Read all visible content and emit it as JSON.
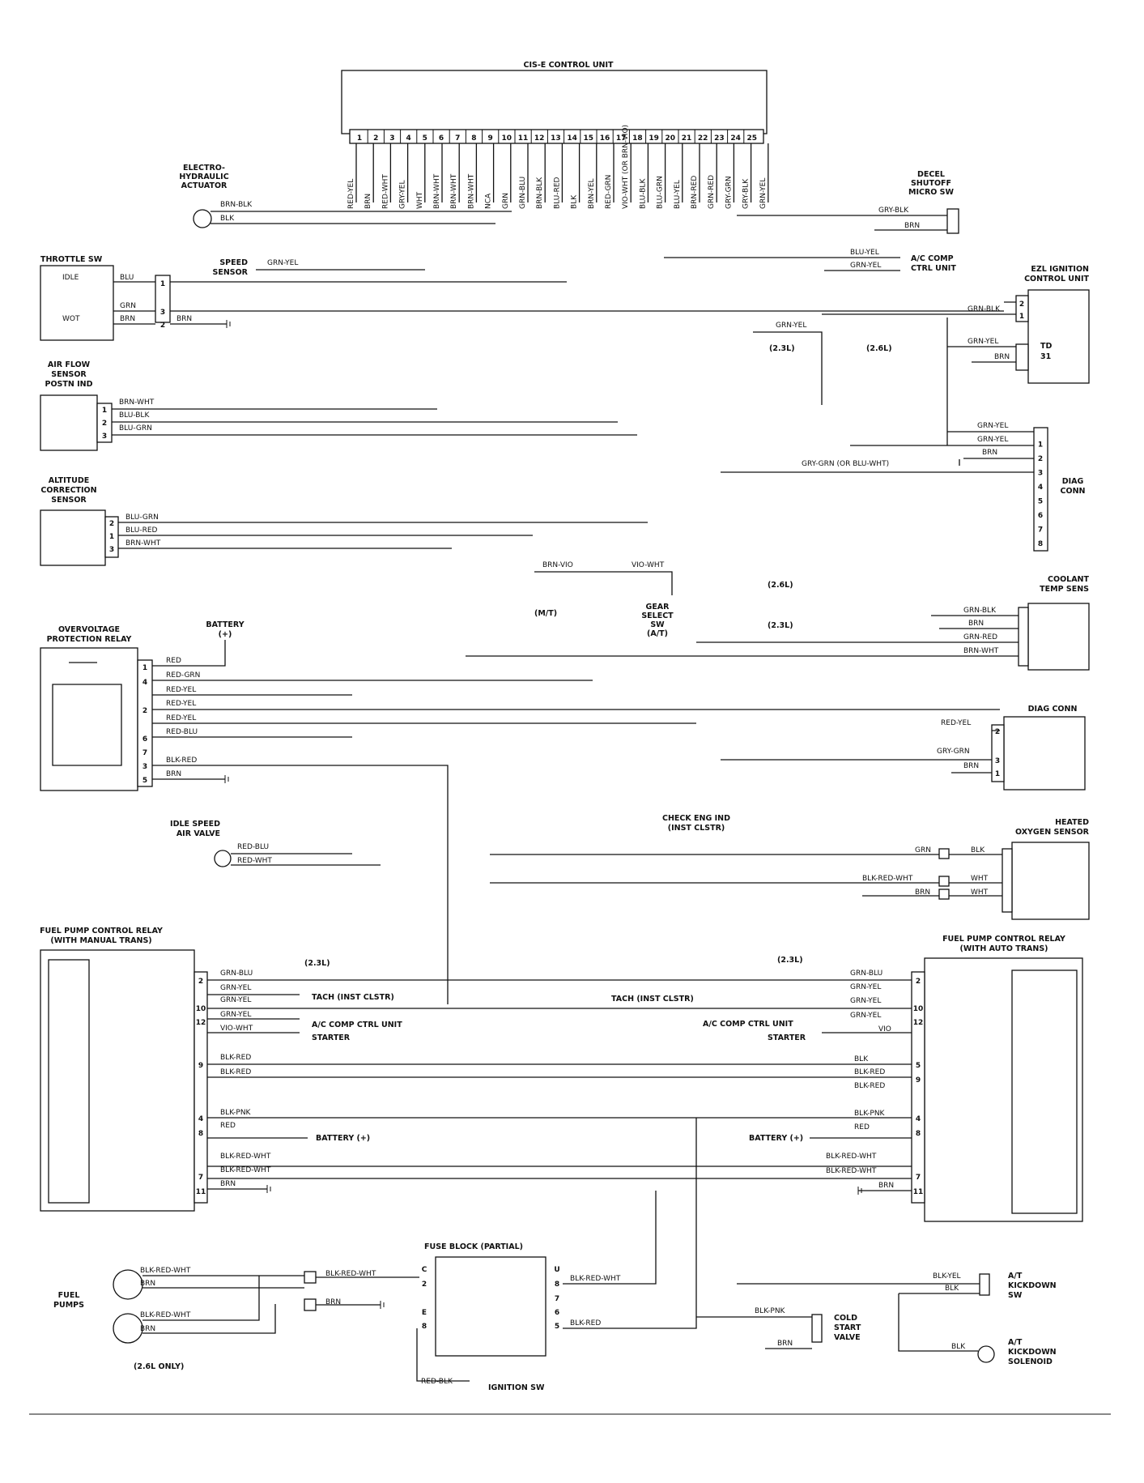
{
  "title": "CIS-E CONTROL UNIT",
  "ecu_pins": [
    "1",
    "2",
    "3",
    "4",
    "5",
    "6",
    "7",
    "8",
    "9",
    "10",
    "11",
    "12",
    "13",
    "14",
    "15",
    "16",
    "17",
    "18",
    "19",
    "20",
    "21",
    "22",
    "23",
    "24",
    "25"
  ],
  "ecu_wires": [
    "RED-YEL",
    "BRN",
    "RED-WHT",
    "GRY-YEL",
    "WHT",
    "BRN-WHT",
    "BRN-WHT",
    "BRN-WHT",
    "NCA",
    "GRN",
    "GRN-BLU",
    "BRN-BLK",
    "BLU-RED",
    "BLK",
    "BRN-YEL",
    "RED-GRN",
    "VIO-WHT (OR BRN-VIO)",
    "BLU-BLK",
    "BLU-GRN",
    "BLU-YEL",
    "BRN-RED",
    "GRN-RED",
    "GRY-GRN",
    "GRY-BLK",
    "GRN-YEL"
  ],
  "components": {
    "electro_hydraulic": "ELECTRO-\nHYDRAULIC\nACTUATOR",
    "throttle_sw": "THROTTLE SW",
    "idle": "IDLE",
    "wot": "WOT",
    "speed_sensor": "SPEED\nSENSOR",
    "air_flow": "AIR FLOW\nSENSOR\nPOSTN IND",
    "altitude": "ALTITUDE\nCORRECTION\nSENSOR",
    "overvoltage": "OVERVOLTAGE\nPROTECTION RELAY",
    "battery": "BATTERY\n(+)",
    "idle_speed": "IDLE SPEED\nAIR VALVE",
    "decel": "DECEL\nSHUTOFF\nMICRO SW",
    "ac_comp": "A/C COMP\nCTRL UNIT",
    "ezl": "EZL IGNITION\nCONTROL UNIT",
    "td": "TD\n31",
    "diag_conn": "DIAG\nCONN",
    "coolant": "COOLANT\nTEMP SENS",
    "diag_conn2": "DIAG CONN",
    "gear_select": "GEAR\nSELECT\nSW\n(A/T)",
    "mt": "(M/T)",
    "check_eng": "CHECK ENG IND\n(INST CLSTR)",
    "heated_o2": "HEATED\nOXYGEN SENSOR",
    "fp_relay_manual": "FUEL PUMP CONTROL RELAY\n(WITH MANUAL TRANS)",
    "fp_relay_auto": "FUEL PUMP CONTROL RELAY\n(WITH AUTO TRANS)",
    "tach": "TACH (INST CLSTR)",
    "ac_comp_ctrl": "A/C COMP CTRL UNIT",
    "starter": "STARTER",
    "battery_plus": "BATTERY (+)",
    "fuse_block": "FUSE BLOCK (PARTIAL)",
    "fuel_pumps": "FUEL\nPUMPS",
    "only_26": "(2.6L ONLY)",
    "ignition_sw": "IGNITION SW",
    "cold_start": "COLD\nSTART\nVALVE",
    "kickdown_sw": "A/T\nKICKDOWN\nSW",
    "kickdown_sol": "A/T\nKICKDOWN\nSOLENOID",
    "l23": "(2.3L)",
    "l26": "(2.6L)"
  },
  "wire_labels": {
    "brn_blk": "BRN-BLK",
    "blk": "BLK",
    "blu": "BLU",
    "grn": "GRN",
    "brn": "BRN",
    "grn_yel": "GRN-YEL",
    "brn_wht": "BRN-WHT",
    "blu_blk": "BLU-BLK",
    "blu_grn": "BLU-GRN",
    "blu_red": "BLU-RED",
    "red": "RED",
    "red_grn": "RED-GRN",
    "red_yel": "RED-YEL",
    "red_blu": "RED-BLU",
    "blk_red": "BLK-RED",
    "red_wht": "RED-WHT",
    "gry_blk": "GRY-BLK",
    "blu_yel": "BLU-YEL",
    "grn_blk": "GRN-BLK",
    "gry_grn_or": "GRY-GRN (OR BLU-WHT)",
    "grn_red": "GRN-RED",
    "gry_grn": "GRY-GRN",
    "brn_vio": "BRN-VIO",
    "vio_wht": "VIO-WHT",
    "blk_red_wht": "BLK-RED-WHT",
    "wht": "WHT",
    "grn_blu": "GRN-BLU",
    "blk_pnk": "BLK-PNK",
    "vio": "VIO",
    "red_blk": "RED-BLK",
    "blk_yel": "BLK-YEL",
    "gry_yel": "GRY-YEL"
  }
}
